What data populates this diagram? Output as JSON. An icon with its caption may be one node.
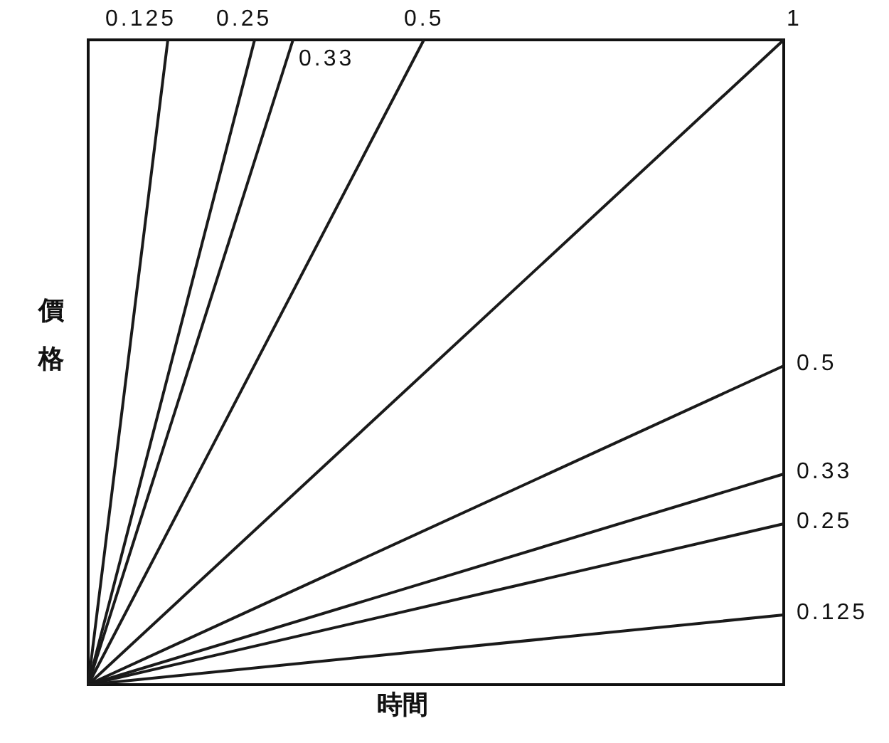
{
  "diagram": {
    "labels": [
      "0.125",
      "0.25",
      "0.5",
      "1",
      "0.33",
      "價格",
      "0.5",
      "0.33",
      "0.25",
      "0.125",
      "時間"
    ]
  }
}
